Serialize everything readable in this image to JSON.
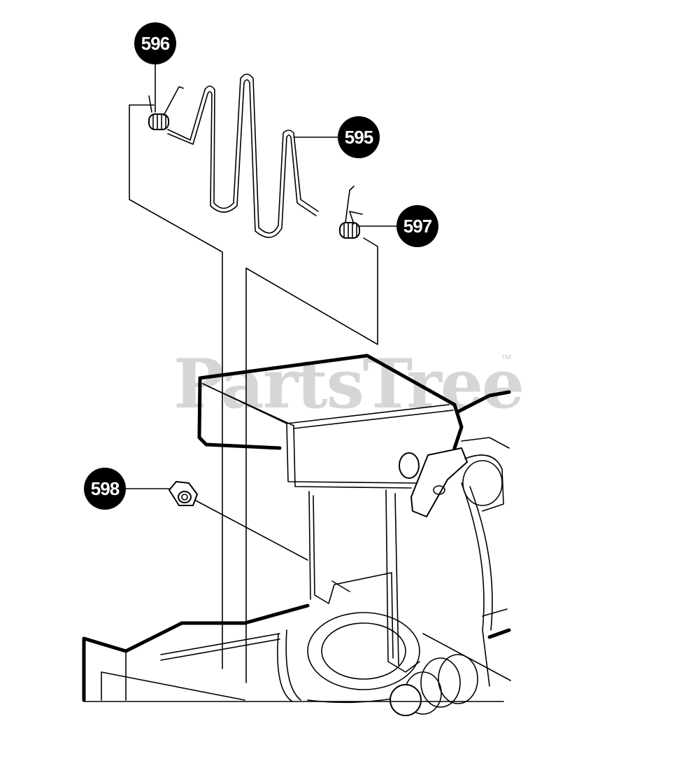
{
  "watermark": {
    "brand": "PartsTree",
    "trademark": "™"
  },
  "callouts": [
    {
      "id": "596",
      "label": "596"
    },
    {
      "id": "595",
      "label": "595"
    },
    {
      "id": "597",
      "label": "597"
    },
    {
      "id": "598",
      "label": "598"
    }
  ],
  "colors": {
    "callout_fill": "#000000",
    "callout_text": "#ffffff",
    "line": "#000000",
    "watermark": "#d6d6d6",
    "background": "#ffffff"
  }
}
